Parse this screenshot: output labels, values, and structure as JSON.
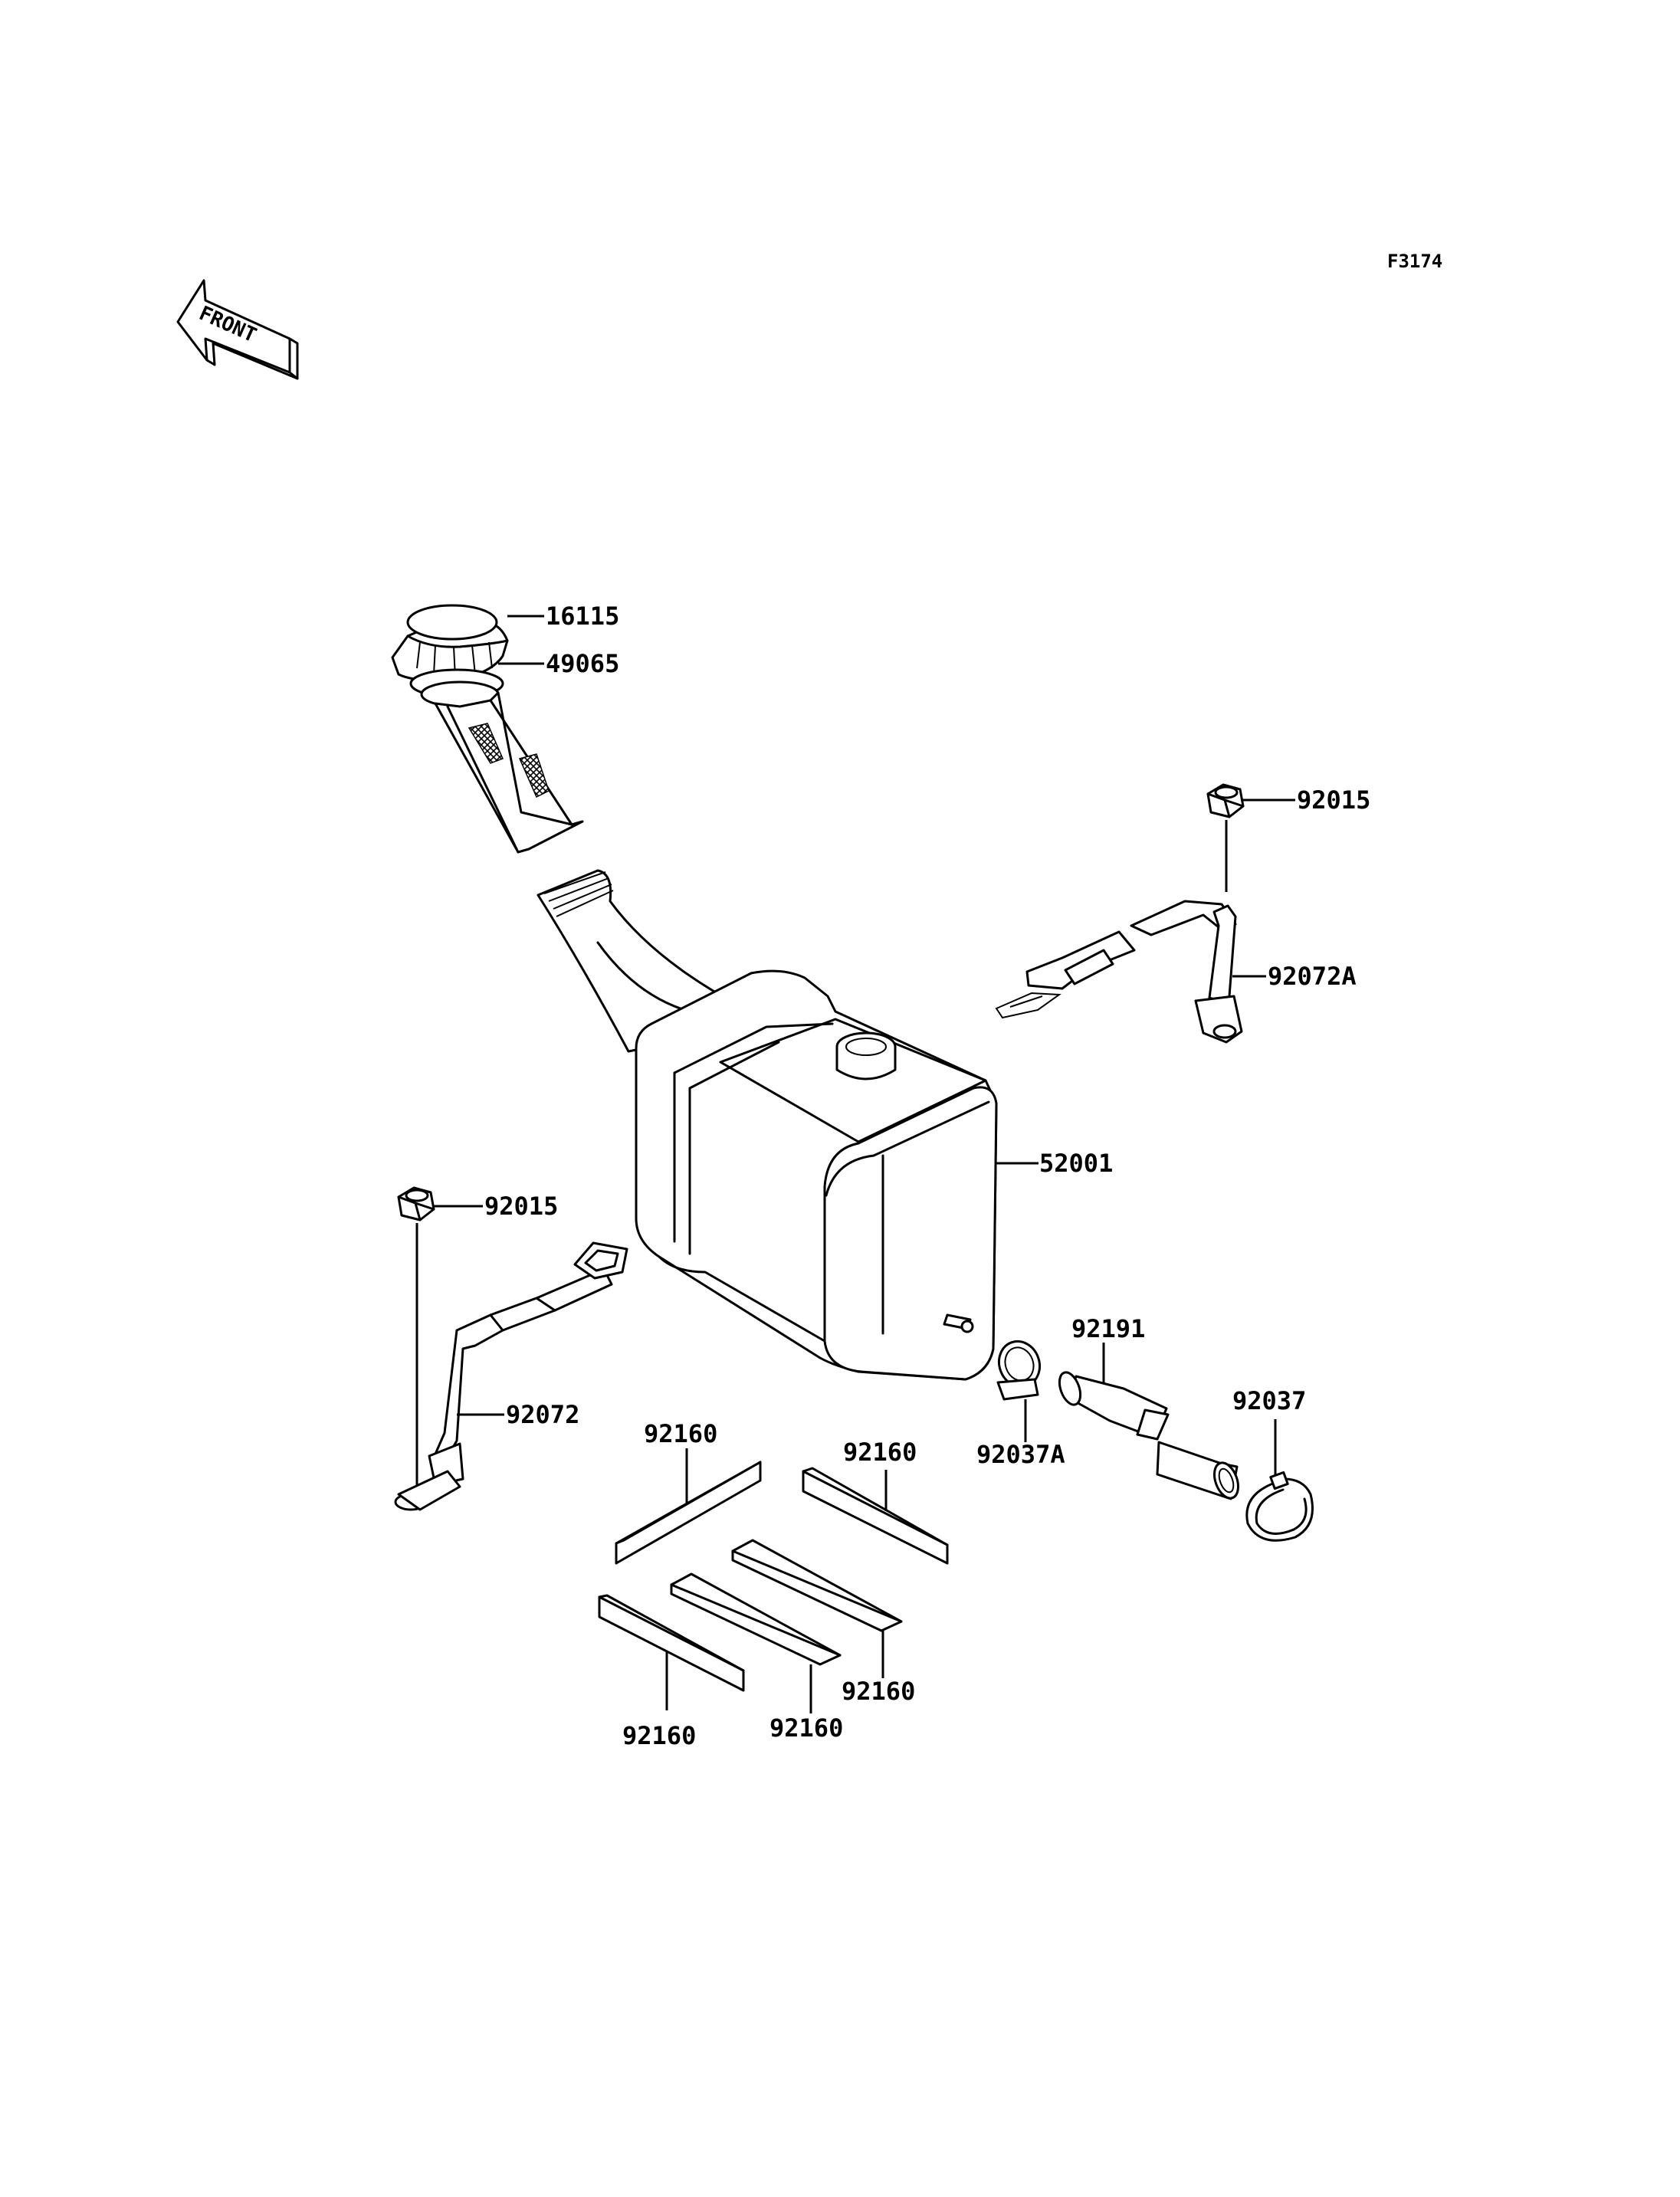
{
  "figure_code": "F3174",
  "front_label": "FRONT",
  "parts": {
    "cap": "16115",
    "cap_gasket": "49065",
    "nut_right": "92015",
    "bracket_right": "92072A",
    "tank": "52001",
    "nut_left": "92015",
    "bracket_left": "92072",
    "hose": "92191",
    "clamp_small": "92037A",
    "band": "92037",
    "pad_1": "92160",
    "pad_2": "92160",
    "pad_3": "92160",
    "pad_4": "92160",
    "pad_5": "92160"
  }
}
